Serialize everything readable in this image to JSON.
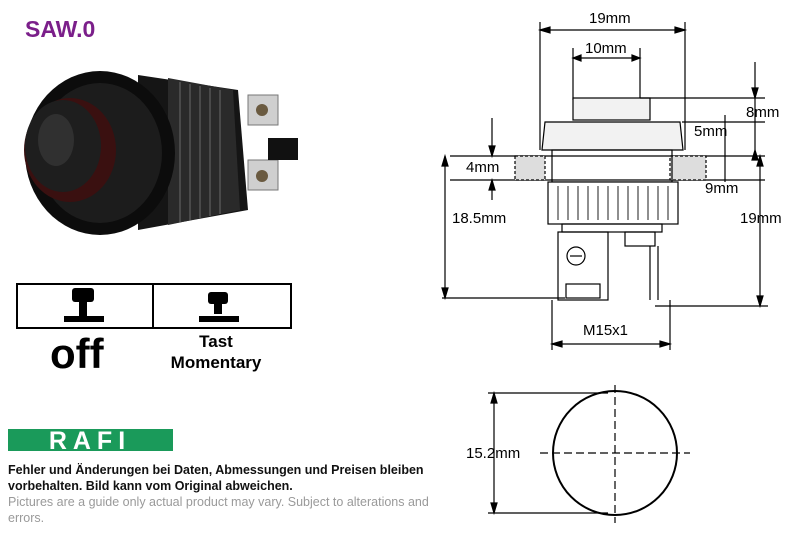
{
  "product": {
    "title": "SAW.0"
  },
  "modes": {
    "off": "off",
    "tast": "Tast",
    "momentary": "Momentary"
  },
  "dimensions": {
    "width_outer": "19mm",
    "width_cap": "10mm",
    "height_cap": "8mm",
    "bezel": "5mm",
    "panel": "4mm",
    "body_upper": "9mm",
    "total_left": "18.5mm",
    "total_right": "19mm",
    "thread": "M15x1",
    "diameter": "15.2mm"
  },
  "brand": {
    "logo_text": "RAFI",
    "color": "#1a9a5a"
  },
  "disclaimer": {
    "de": "Fehler und Änderungen bei Daten, Abmessungen und Preisen bleiben vorbehalten. Bild kann vom Original abweichen.",
    "en": "Pictures are a guide only actual product may vary. Subject to alterations and errors."
  }
}
